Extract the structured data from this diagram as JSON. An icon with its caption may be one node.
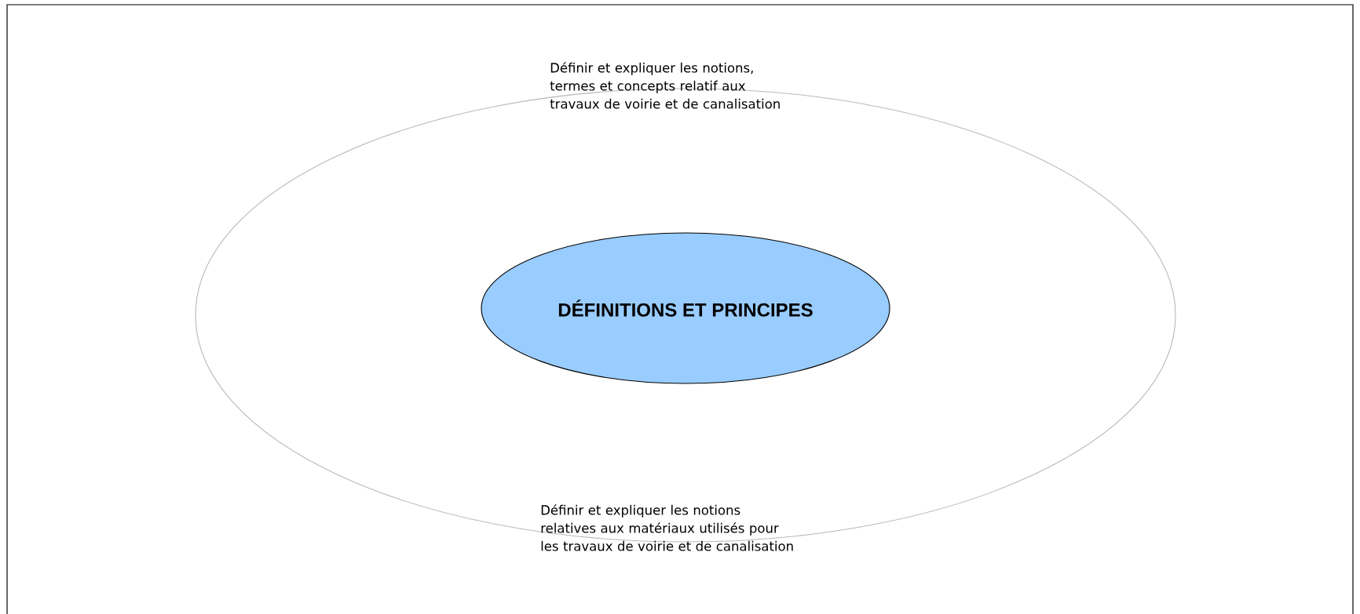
{
  "diagram": {
    "nodes": [
      {
        "text": [
          "Définir et expliquer les notions, termes et concepts relatif aux travaux de voirie et de canalisation",
          "Définir et expliquer les notions relatives aux matériaux utilisés pour les travaux de voirie et de canalisation"
        ]
      },
      {
        "text": [
          "DÉFINITIONS ET PRINCIPES"
        ],
        "in": 0
      }
    ]
  }
}
